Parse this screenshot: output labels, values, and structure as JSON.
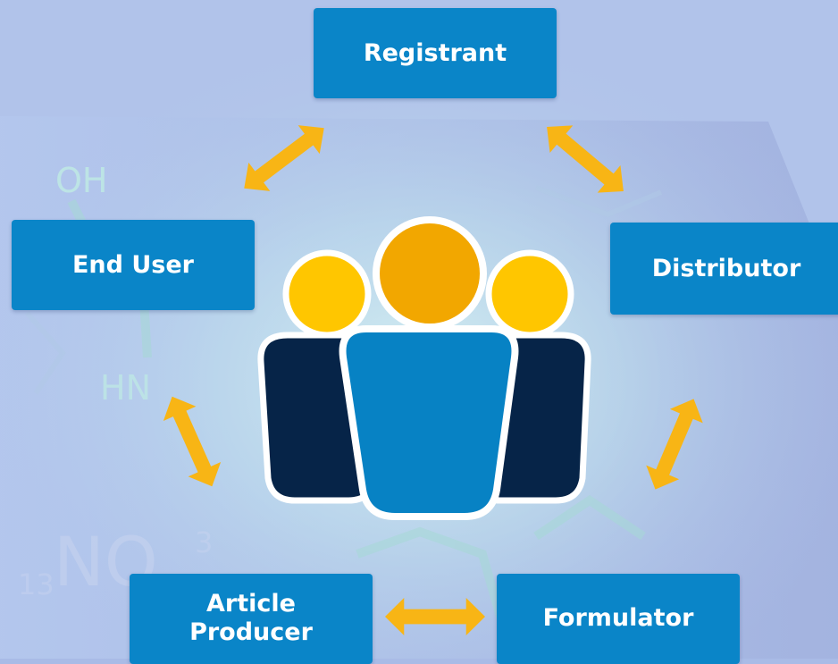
{
  "diagram": {
    "nodes": {
      "registrant": "Registrant",
      "end_user": "End User",
      "distributor": "Distributor",
      "article_producer_line1": "Article",
      "article_producer_line2": "Producer",
      "formulator": "Formulator"
    },
    "background_text": {
      "oh": "OH",
      "hn": "HN",
      "no": "NO",
      "subscript_13": "13",
      "subscript_3": "3"
    },
    "colors": {
      "node_fill": "#0a85c8",
      "arrow": "#f8b515",
      "person_center_head": "#f2a700",
      "person_side_head": "#ffc600",
      "person_center_body": "#0782c4",
      "person_side_body": "#062448"
    },
    "icons": {
      "center": "people-group-icon",
      "connector": "double-arrow-icon"
    }
  }
}
